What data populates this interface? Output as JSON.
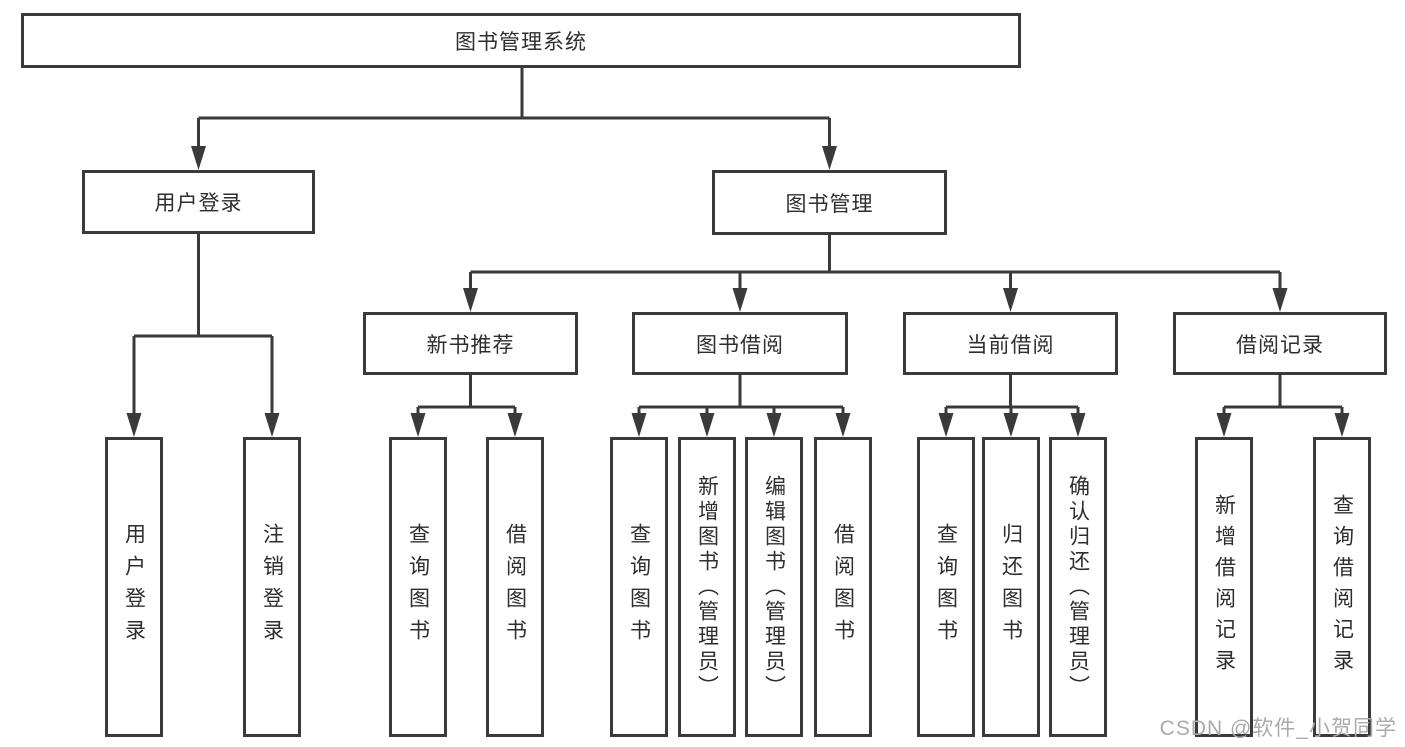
{
  "diagram_title": "图书管理系统",
  "nodes": {
    "root": "图书管理系统",
    "user_login": "用户登录",
    "book_mgmt": "图书管理",
    "new_book": "新书推荐",
    "book_borrow": "图书借阅",
    "current_borrow": "当前借阅",
    "borrow_record": "借阅记录",
    "leaf_user_login": "用户登录",
    "leaf_logout": "注销登录",
    "leaf_nb_query": "查询图书",
    "leaf_nb_borrow": "借阅图书",
    "leaf_bb_query": "查询图书",
    "leaf_bb_add": "新增图书（管理员）",
    "leaf_bb_edit": "编辑图书（管理员）",
    "leaf_bb_borrow": "借阅图书",
    "leaf_cb_query": "查询图书",
    "leaf_cb_return": "归还图书",
    "leaf_cb_confirm": "确认归还（管理员）",
    "leaf_br_add": "新增借阅记录",
    "leaf_br_query": "查询借阅记录"
  },
  "hierarchy": {
    "图书管理系统": {
      "用户登录": [
        "用户登录",
        "注销登录"
      ],
      "图书管理": {
        "新书推荐": [
          "查询图书",
          "借阅图书"
        ],
        "图书借阅": [
          "查询图书",
          "新增图书（管理员）",
          "编辑图书（管理员）",
          "借阅图书"
        ],
        "当前借阅": [
          "查询图书",
          "归还图书",
          "确认归还（管理员）"
        ],
        "借阅记录": [
          "新增借阅记录",
          "查询借阅记录"
        ]
      }
    }
  },
  "watermark": "CSDN @软件_小贺同学",
  "colors": {
    "background": "#ffffff",
    "line": "#3a3a3a",
    "box_border": "#3a3a3a",
    "text": "#2e2e2e",
    "watermark_text": "#ababab"
  }
}
